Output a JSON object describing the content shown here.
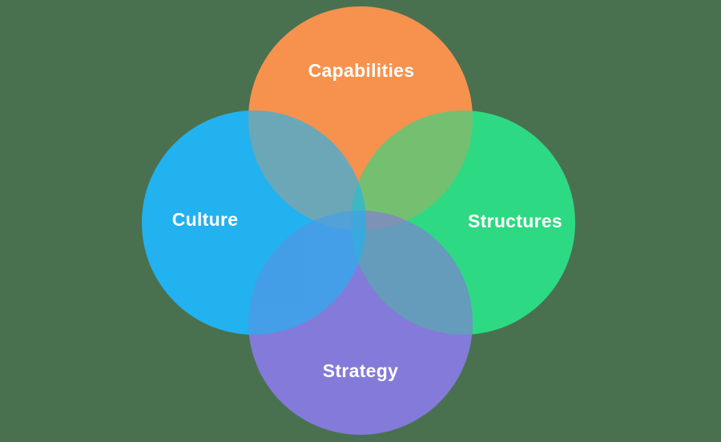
{
  "background": {
    "color": "#497150"
  },
  "diagram": {
    "type": "venn-4-circle",
    "label_color": "#FFFFFF",
    "overlap_opacity": 0.65,
    "circles": [
      {
        "label": "Capabilities",
        "color": "#F6924E",
        "position": "top"
      },
      {
        "label": "Culture",
        "color": "#22B2F0",
        "position": "left"
      },
      {
        "label": "Structures",
        "color": "#2ED983",
        "position": "right"
      },
      {
        "label": "Strategy",
        "color": "#837AD9",
        "position": "bottom"
      }
    ]
  }
}
